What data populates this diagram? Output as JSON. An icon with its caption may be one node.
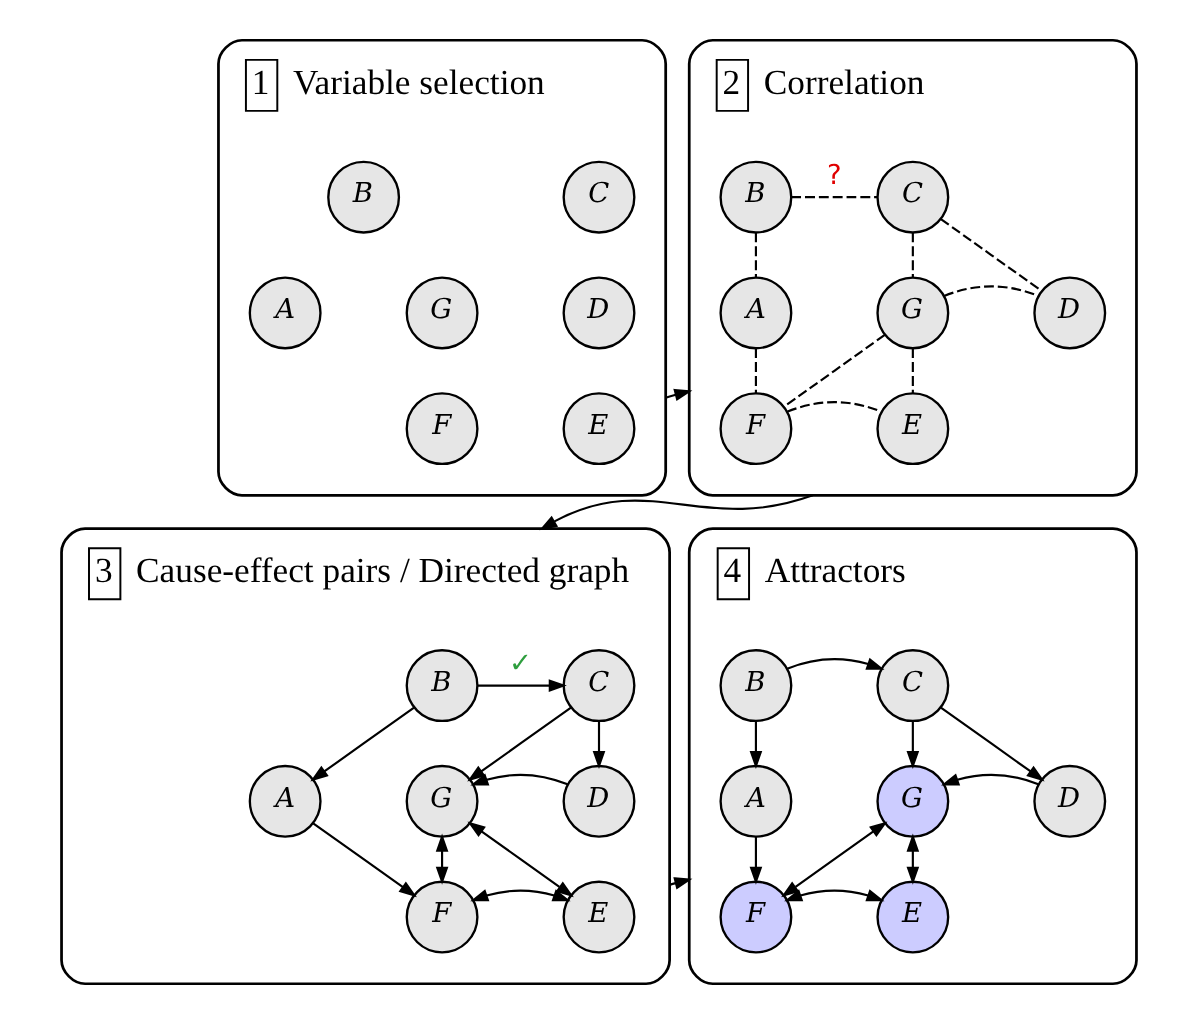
{
  "diagram": {
    "nodes": [
      {
        "text": [
          "1",
          "Variable selection"
        ]
      },
      {
        "text": [
          "B"
        ],
        "in": 0
      },
      {
        "text": [
          "C"
        ],
        "in": 0
      },
      {
        "text": [
          "A"
        ],
        "in": 0
      },
      {
        "text": [
          "G"
        ],
        "in": 0
      },
      {
        "text": [
          "D"
        ],
        "in": 0
      },
      {
        "text": [
          "F"
        ],
        "in": 0
      },
      {
        "text": [
          "E"
        ],
        "in": 0
      },
      {
        "text": [
          "2",
          "Correlation"
        ]
      },
      {
        "text": [
          "B"
        ],
        "in": 8
      },
      {
        "text": [
          "C"
        ],
        "in": 8
      },
      {
        "text": [
          "A"
        ],
        "in": 8
      },
      {
        "text": [
          "G"
        ],
        "in": 8
      },
      {
        "text": [
          "D"
        ],
        "in": 8
      },
      {
        "text": [
          "F"
        ],
        "in": 8
      },
      {
        "text": [
          "E"
        ],
        "in": 8
      },
      {
        "text": [
          "3",
          "Cause-effect pairs / Directed graph"
        ]
      },
      {
        "text": [
          "B"
        ],
        "in": 16
      },
      {
        "text": [
          "C"
        ],
        "in": 16
      },
      {
        "text": [
          "A"
        ],
        "in": 16
      },
      {
        "text": [
          "G"
        ],
        "in": 16
      },
      {
        "text": [
          "D"
        ],
        "in": 16
      },
      {
        "text": [
          "F"
        ],
        "in": 16
      },
      {
        "text": [
          "E"
        ],
        "in": 16
      },
      {
        "text": [
          "4",
          "Attractors"
        ]
      },
      {
        "text": [
          "B"
        ],
        "in": 24
      },
      {
        "text": [
          "C"
        ],
        "in": 24
      },
      {
        "text": [
          "A"
        ],
        "in": 24
      },
      {
        "text": [
          "G"
        ],
        "in": 24
      },
      {
        "text": [
          "D"
        ],
        "in": 24
      },
      {
        "text": [
          "F"
        ],
        "in": 24
      },
      {
        "text": [
          "E"
        ],
        "in": 24
      }
    ],
    "edges": [
      {
        "from": 0,
        "to": 8,
        "arrow": "to"
      },
      {
        "from": 8,
        "to": 16,
        "arrow": "to"
      },
      {
        "from": 16,
        "to": 24,
        "arrow": "to"
      },
      {
        "from": 9,
        "to": 10,
        "arrow": "none",
        "style": "dashed",
        "label": "?"
      },
      {
        "from": 9,
        "to": 11,
        "arrow": "none",
        "style": "dashed"
      },
      {
        "from": 10,
        "to": 12,
        "arrow": "none",
        "style": "dashed"
      },
      {
        "from": 10,
        "to": 13,
        "arrow": "none",
        "style": "dashed"
      },
      {
        "from": 11,
        "to": 14,
        "arrow": "none",
        "style": "dashed"
      },
      {
        "from": 12,
        "to": 13,
        "arrow": "none",
        "style": "dashed"
      },
      {
        "from": 12,
        "to": 14,
        "arrow": "none",
        "style": "dashed"
      },
      {
        "from": 12,
        "to": 15,
        "arrow": "none",
        "style": "dashed"
      },
      {
        "from": 14,
        "to": 15,
        "arrow": "none",
        "style": "dashed"
      },
      {
        "from": 17,
        "to": 18,
        "arrow": "to",
        "label": "✓"
      },
      {
        "from": 17,
        "to": 19,
        "arrow": "to"
      },
      {
        "from": 18,
        "to": 20,
        "arrow": "to"
      },
      {
        "from": 18,
        "to": 21,
        "arrow": "to"
      },
      {
        "from": 19,
        "to": 22,
        "arrow": "to"
      },
      {
        "from": 21,
        "to": 20,
        "arrow": "to"
      },
      {
        "from": 20,
        "to": 22,
        "arrow": "both"
      },
      {
        "from": 20,
        "to": 23,
        "arrow": "both"
      },
      {
        "from": 22,
        "to": 23,
        "arrow": "both"
      },
      {
        "from": 25,
        "to": 26,
        "arrow": "to"
      },
      {
        "from": 25,
        "to": 27,
        "arrow": "to"
      },
      {
        "from": 26,
        "to": 28,
        "arrow": "to"
      },
      {
        "from": 26,
        "to": 29,
        "arrow": "to"
      },
      {
        "from": 27,
        "to": 30,
        "arrow": "to"
      },
      {
        "from": 29,
        "to": 28,
        "arrow": "to"
      },
      {
        "from": 28,
        "to": 30,
        "arrow": "both"
      },
      {
        "from": 28,
        "to": 31,
        "arrow": "both"
      },
      {
        "from": 30,
        "to": 31,
        "arrow": "both"
      }
    ]
  }
}
